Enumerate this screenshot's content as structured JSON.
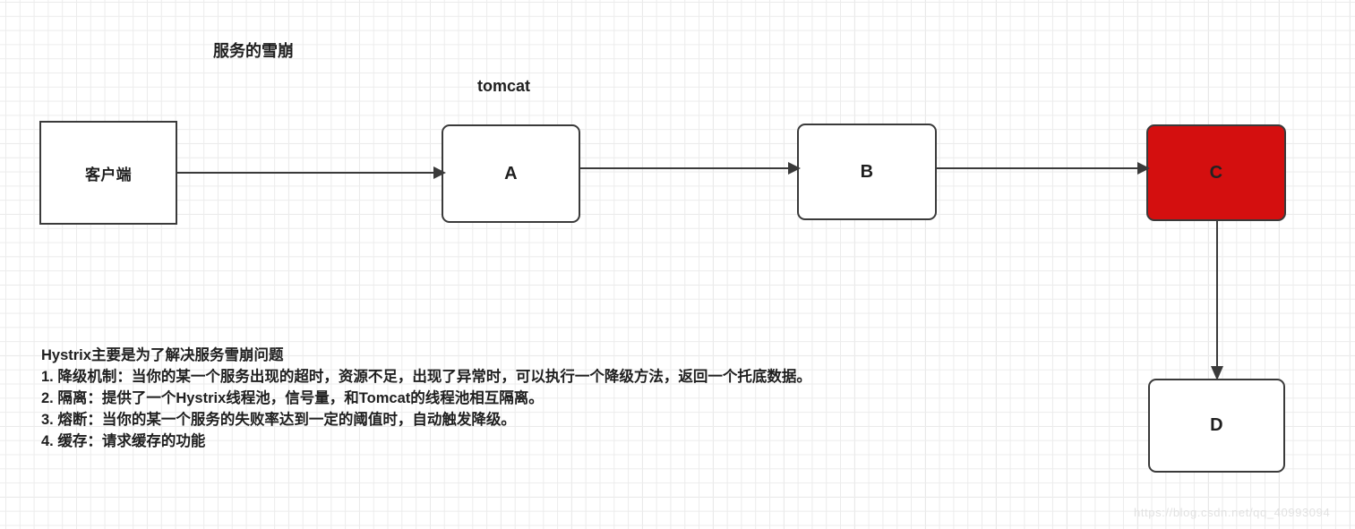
{
  "diagram": {
    "title_label": "服务的雪崩",
    "tomcat_label": "tomcat",
    "accent_danger_color": "#d40f0f",
    "stroke_color": "#3a3a3a",
    "background_color": "#ffffff",
    "grid_minor_color": "#ececec",
    "grid_major_color": "#dcdcdc",
    "nodes": [
      {
        "id": "client",
        "label": "客户端",
        "shape": "sharp",
        "state": "normal"
      },
      {
        "id": "a",
        "label": "A",
        "shape": "rounded",
        "state": "normal"
      },
      {
        "id": "b",
        "label": "B",
        "shape": "rounded",
        "state": "normal"
      },
      {
        "id": "c",
        "label": "C",
        "shape": "rounded",
        "state": "failed"
      },
      {
        "id": "d",
        "label": "D",
        "shape": "rounded",
        "state": "normal"
      }
    ],
    "edges": [
      {
        "from": "client",
        "to": "a",
        "direction": "right"
      },
      {
        "from": "a",
        "to": "b",
        "direction": "right"
      },
      {
        "from": "b",
        "to": "c",
        "direction": "right"
      },
      {
        "from": "c",
        "to": "d",
        "direction": "down"
      }
    ]
  },
  "notes": {
    "heading": "Hystrix主要是为了解决服务雪崩问题",
    "items": [
      "1. 降级机制：当你的某一个服务出现的超时，资源不足，出现了异常时，可以执行一个降级方法，返回一个托底数据。",
      "2. 隔离：提供了一个Hystrix线程池，信号量，和Tomcat的线程池相互隔离。",
      "3. 熔断：当你的某一个服务的失败率达到一定的阈值时，自动触发降级。",
      "4. 缓存：请求缓存的功能"
    ]
  },
  "watermark": {
    "text": "https://blog.csdn.net/qq_40993094"
  }
}
